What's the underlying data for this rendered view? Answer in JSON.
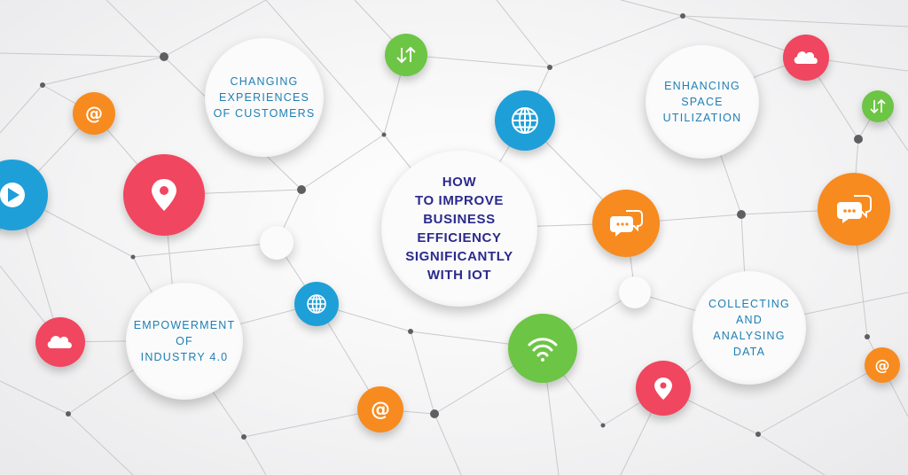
{
  "title_lines": [
    "HOW",
    "TO IMPROVE",
    "BUSINESS",
    "EFFICIENCY",
    "SIGNIFICANTLY",
    "WITH IOT"
  ],
  "topics": {
    "customers": [
      "CHANGING",
      "EXPERIENCES",
      "OF CUSTOMERS"
    ],
    "space": [
      "ENHANCING",
      "SPACE",
      "UTILIZATION"
    ],
    "industry": [
      "EMPOWERMENT",
      "OF",
      "INDUSTRY 4.0"
    ],
    "data": [
      "COLLECTING",
      "AND",
      "ANALYSING",
      "DATA"
    ]
  },
  "icons": {
    "play": "play-icon",
    "at": "at-icon",
    "location": "location-pin-icon",
    "cloud": "cloud-icon",
    "globe": "globe-icon",
    "transfer": "up-down-arrows-icon",
    "chat": "chat-bubbles-icon",
    "wifi": "wifi-icon"
  },
  "colors": {
    "blue": "#1e9fd8",
    "red": "#f0465f",
    "orange": "#f78b1f",
    "green": "#6cc544",
    "text_blue": "#1e7fb3",
    "title_navy": "#2b2a8c"
  }
}
